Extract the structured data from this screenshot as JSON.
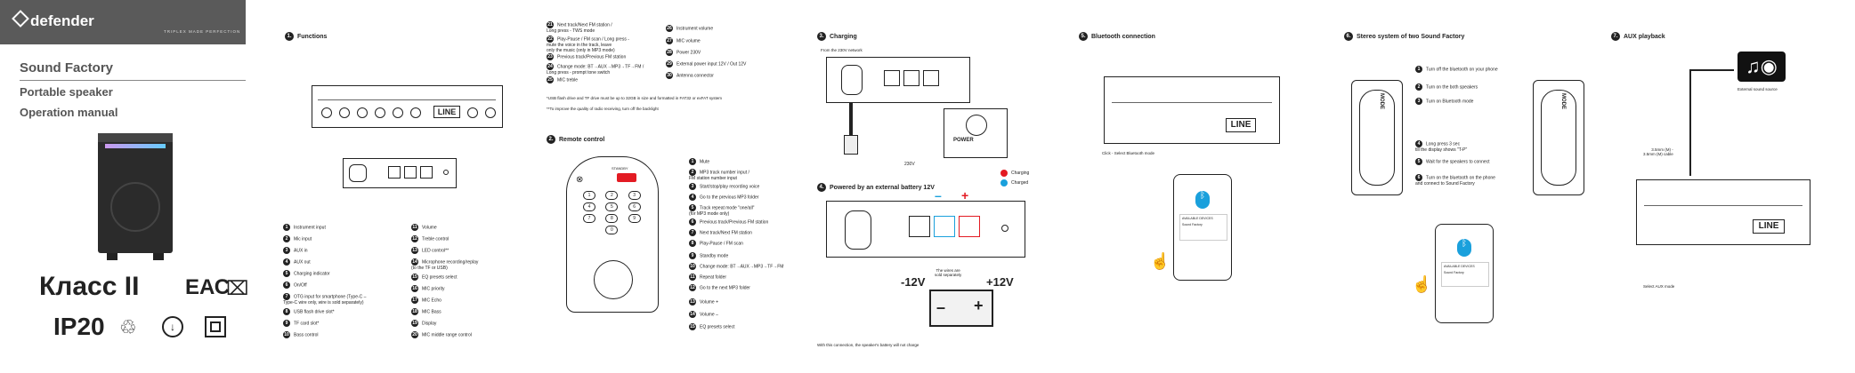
{
  "brand": {
    "logo": "defender",
    "tagline": "TRIPLEX MADE PERFECTION"
  },
  "cover": {
    "product": "Sound Factory",
    "type": "Portable speaker",
    "doc": "Operation manual",
    "cert_class": "Класс II",
    "eac": "ЕАС",
    "ip": "IP20"
  },
  "functions": {
    "title": "Functions",
    "note1": "*USB flash drive and TF drive must be up to 32GB in size and formatted in FAT32 or exFAT system",
    "note2": "**To improve the quality of radio receiving, turn off the backlight",
    "items_a": [
      {
        "n": "1",
        "t": "Instrument input"
      },
      {
        "n": "2",
        "t": "Mic input"
      },
      {
        "n": "3",
        "t": "AUX in"
      },
      {
        "n": "4",
        "t": "AUX out"
      },
      {
        "n": "5",
        "t": "Charging indicator"
      },
      {
        "n": "6",
        "t": "On/Off"
      },
      {
        "n": "7",
        "t": "OTG input for smartphone (Type-C –\nType-C wire only, wire is sold separately)"
      },
      {
        "n": "8",
        "t": "USB flash drive slot*"
      },
      {
        "n": "9",
        "t": "TF card slot*"
      },
      {
        "n": "10",
        "t": "Bass control"
      }
    ],
    "items_b": [
      {
        "n": "11",
        "t": "Volume"
      },
      {
        "n": "12",
        "t": "Treble control"
      },
      {
        "n": "13",
        "t": "LED control**"
      },
      {
        "n": "14",
        "t": "Microphone recording/replay\n(to the TF or USB)"
      },
      {
        "n": "15",
        "t": "EQ presets select"
      },
      {
        "n": "16",
        "t": "MIC priority"
      },
      {
        "n": "17",
        "t": "MIC Echo"
      },
      {
        "n": "18",
        "t": "MIC Bass"
      },
      {
        "n": "19",
        "t": "Display"
      },
      {
        "n": "20",
        "t": "MIC middle range control"
      }
    ],
    "items_c": [
      {
        "n": "21",
        "t": "Next track/Next FM station /\nLong press - TWS mode"
      },
      {
        "n": "22",
        "t": "Play-Pause / FM scan / Long press -\nmute the voice in the track, leave\nonly the music (only in MP3 mode)"
      },
      {
        "n": "23",
        "t": "Previous track/Previous FM station"
      },
      {
        "n": "24",
        "t": "Change mode: BT→AUX→MP3→TF→FM /\nLong press - prompt tone switch"
      },
      {
        "n": "25",
        "t": "MIC treble"
      }
    ],
    "items_d": [
      {
        "n": "26",
        "t": "Instrument volume"
      },
      {
        "n": "27",
        "t": "MIC volume"
      },
      {
        "n": "28",
        "t": "Power 230V"
      },
      {
        "n": "29",
        "t": "External power input 12V / Out 12V"
      },
      {
        "n": "30",
        "t": "Antenna connector"
      }
    ]
  },
  "remote": {
    "title": "Remote control",
    "standby_label": "STANDBY",
    "items": [
      {
        "n": "1",
        "t": "Mute"
      },
      {
        "n": "2",
        "t": "MP3 track number input /\nFM station number input"
      },
      {
        "n": "3",
        "t": "Start/stop/play recording voice"
      },
      {
        "n": "4",
        "t": "Go to the previous MP3 folder"
      },
      {
        "n": "5",
        "t": "Track repeat mode \"one/all\"\n(for MP3 mode only)"
      },
      {
        "n": "6",
        "t": "Previous track/Previous FM station"
      },
      {
        "n": "7",
        "t": "Next track/Next FM station"
      },
      {
        "n": "8",
        "t": "Play-Pause / FM scan"
      },
      {
        "n": "9",
        "t": "Standby mode"
      },
      {
        "n": "10",
        "t": "Change mode: BT→AUX→MP3→TF→FM"
      },
      {
        "n": "11",
        "t": "Repeat folder"
      },
      {
        "n": "12",
        "t": "Go to the next MP3 folder"
      },
      {
        "n": "13",
        "t": "Volume +"
      },
      {
        "n": "14",
        "t": "Volume –"
      },
      {
        "n": "15",
        "t": "EQ presets select"
      }
    ],
    "keys": [
      "1",
      "2",
      "3",
      "4",
      "5",
      "6",
      "7",
      "8",
      "9",
      "0"
    ]
  },
  "charging": {
    "title": "Charging",
    "from": "From the 230V network",
    "v230": "230V",
    "power": "POWER",
    "status_charging": "Charging",
    "status_charged": "Charged",
    "color_charging": "#e31b23",
    "color_charged": "#1aa0dc",
    "battery_title": "Powered by an external battery 12V",
    "minus": "-12V",
    "plus": "+12V",
    "wires_note": "The wires are\nsold separately",
    "bottom_note": "With this connection, the speaker's battery will not charge"
  },
  "bluetooth": {
    "title": "Bluetooth connection",
    "click": "Click - Select Bluetooth mode",
    "phone_a": "AVAILABLE DEVICES",
    "phone_b": "Sound Factory"
  },
  "stereo": {
    "title": "Stereo system of two Sound Factory",
    "steps": [
      {
        "n": "1",
        "t": "Turn off the bluetooth on your phone"
      },
      {
        "n": "2",
        "t": "Turn on the both speakers"
      },
      {
        "n": "3",
        "t": "Turn on Bluetooth mode"
      },
      {
        "n": "4",
        "t": "Long press 3 sec\ntill the display shows \"T-P\""
      },
      {
        "n": "5",
        "t": "Wait for the speakers to connect"
      },
      {
        "n": "6",
        "t": "Turn on the bluetooth on the phone\nand connect to Sound Factory"
      }
    ],
    "mode": "MODE"
  },
  "aux": {
    "title": "AUX playback",
    "ext": "External sound source",
    "cable": "3.5mm (M) -\n3.5mm (M) cable",
    "select": "Select AUX mode"
  },
  "panel": {
    "display": "LINE"
  }
}
